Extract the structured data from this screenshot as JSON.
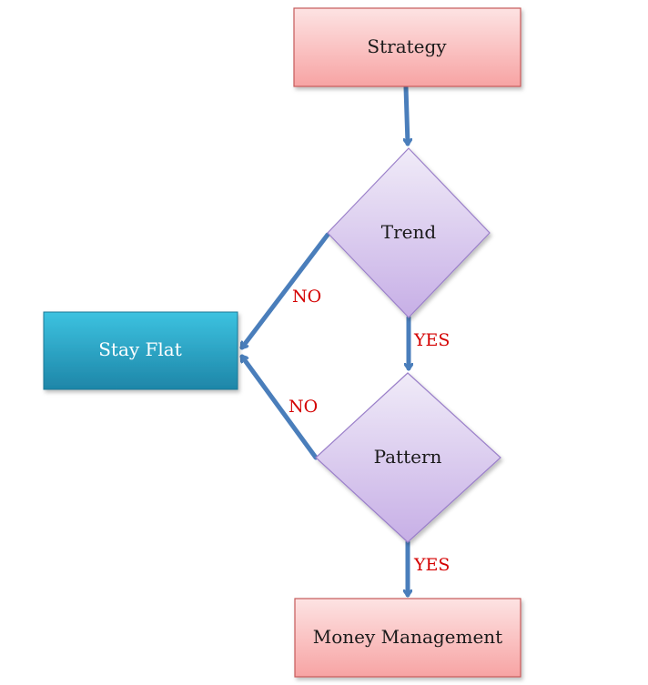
{
  "nodes": {
    "strategy": {
      "label": "Strategy"
    },
    "trend": {
      "label": "Trend"
    },
    "pattern": {
      "label": "Pattern"
    },
    "stay_flat": {
      "label": "Stay Flat"
    },
    "money_management": {
      "label": "Money Management"
    }
  },
  "edges": {
    "trend_yes": "YES",
    "trend_no": "NO",
    "pattern_yes": "YES",
    "pattern_no": "NO"
  },
  "colors": {
    "rect_fill_top": "#fde3e3",
    "rect_fill_bottom": "#f7a3a3",
    "rect_stroke": "#c55a5a",
    "diamond_fill_top": "#ece6f6",
    "diamond_fill_bottom": "#c9b3e6",
    "diamond_stroke": "#9a7fc9",
    "stay_flat_top": "#3fc0de",
    "stay_flat_bottom": "#1f8fb0",
    "arrow": "#4a7ebb",
    "edge_label": "#d40000"
  }
}
